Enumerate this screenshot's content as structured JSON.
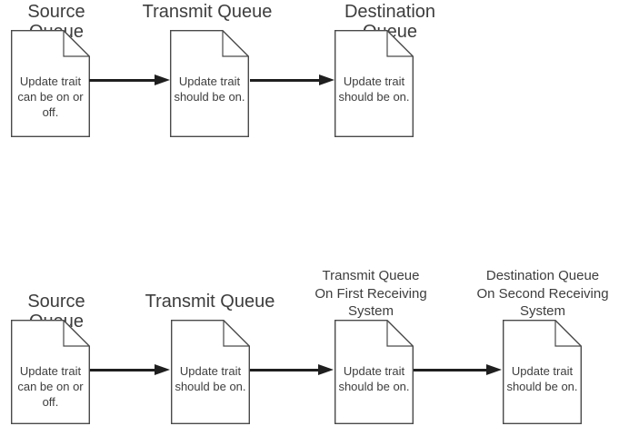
{
  "colors": {
    "background": "#ffffff",
    "shape_line": "#4a4a4a",
    "arrow": "#1f1f1f",
    "text": "#3d3d3d"
  },
  "diagram": {
    "rows": [
      {
        "nodes": [
          {
            "label_lines": [
              "Source Queue"
            ],
            "doc_text": [
              "Update trait",
              "can be on or",
              "off."
            ]
          },
          {
            "label_lines": [
              "Transmit Queue"
            ],
            "doc_text": [
              "Update trait",
              "should be on."
            ]
          },
          {
            "label_lines": [
              "Destination Queue"
            ],
            "doc_text": [
              "Update trait",
              "should be on."
            ]
          }
        ]
      },
      {
        "nodes": [
          {
            "label_lines": [
              "Source Queue"
            ],
            "doc_text": [
              "Update trait",
              "can be on or",
              "off."
            ]
          },
          {
            "label_lines": [
              "Transmit Queue"
            ],
            "doc_text": [
              "Update trait",
              "should be on."
            ]
          },
          {
            "label_lines": [
              "Transmit Queue",
              "On First Receiving",
              "System"
            ],
            "doc_text": [
              "Update trait",
              "should be on."
            ]
          },
          {
            "label_lines": [
              "Destination Queue",
              "On Second Receiving",
              "System"
            ],
            "doc_text": [
              "Update trait",
              "should be on."
            ]
          }
        ]
      }
    ]
  }
}
